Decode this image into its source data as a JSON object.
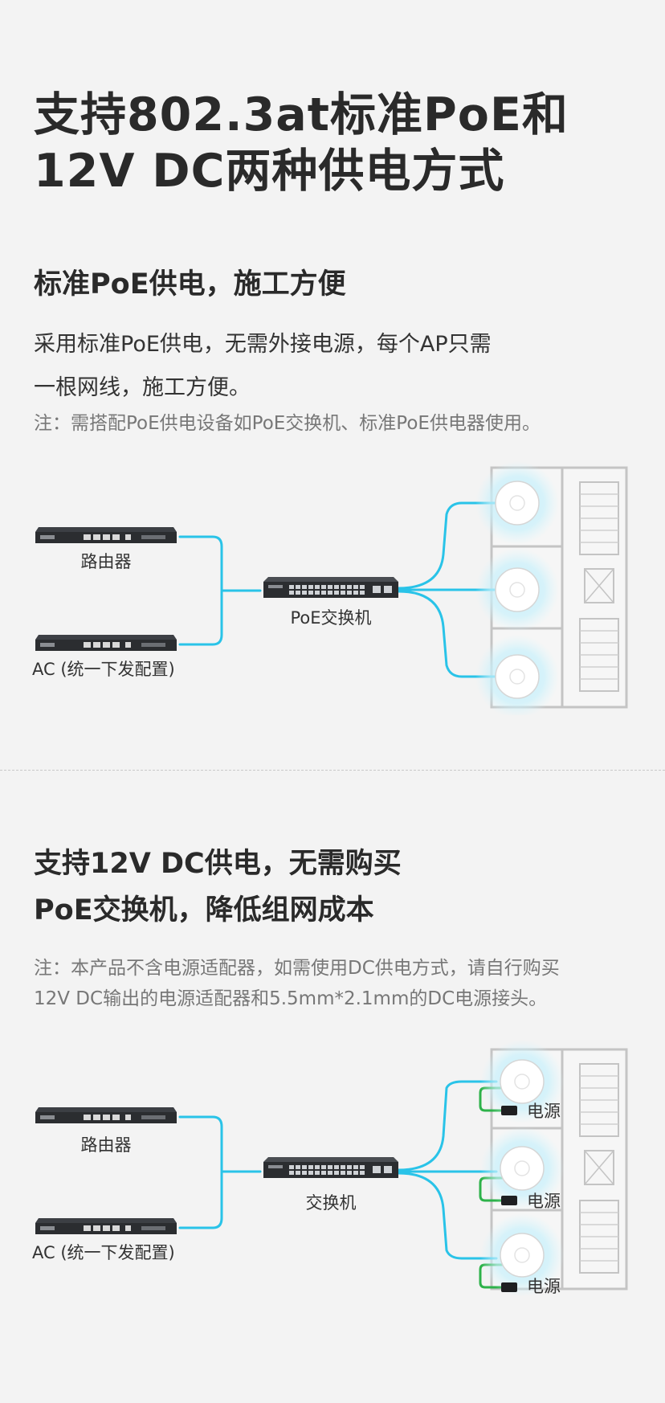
{
  "section1": {
    "title_line1": "支持802.3at标准PoE和",
    "title_line2": "12V DC两种供电方式",
    "subtitle": "标准PoE供电，施工方便",
    "desc_line1": "采用标准PoE供电，无需外接电源，每个AP只需",
    "desc_line2": "一根网线，施工方便。",
    "note": "注：需搭配PoE供电设备如PoE交换机、标准PoE供电器使用。",
    "diagram": {
      "router_label": "路由器",
      "ac_label": "AC (统一下发配置)",
      "switch_label": "PoE交换机"
    }
  },
  "section2": {
    "title_line1": "支持12V DC供电，无需购买",
    "title_line2": "PoE交换机，降低组网成本",
    "note_line1": "注：本产品不含电源适配器，如需使用DC供电方式，请自行购买",
    "note_line2": "12V DC输出的电源适配器和5.5mm*2.1mm的DC电源接头。",
    "diagram": {
      "router_label": "路由器",
      "ac_label": "AC (统一下发配置)",
      "switch_label": "交换机",
      "power_label_1": "电源",
      "power_label_2": "电源",
      "power_label_3": "电源"
    }
  },
  "colors": {
    "background": "#f3f3f3",
    "cable_blue": "#29c3e8",
    "cable_green": "#2db24a",
    "device_dark": "#2b2d30",
    "floorplan_gray": "#c4c4c4"
  }
}
